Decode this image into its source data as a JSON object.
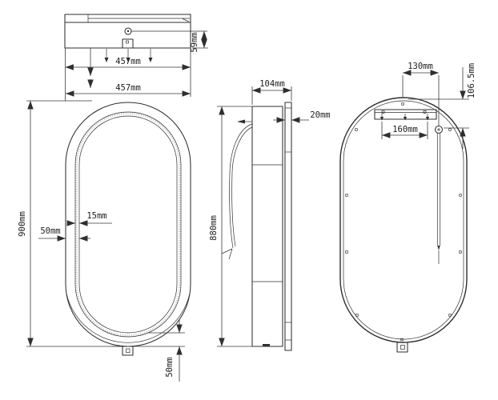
{
  "drawing": {
    "type": "technical-drawing",
    "subject": "oval-led-mirror",
    "background_color": "#ffffff",
    "line_color": "#2f2f2f",
    "stipple_color": "#bdbdbd",
    "views": {
      "top": {
        "title": "top-view",
        "overall_width": "457mm",
        "sensor_offset": "59mm"
      },
      "front": {
        "title": "front-view",
        "overall_width": "457mm",
        "overall_height": "900mm",
        "led_band_width": "15mm",
        "led_edge_offset": "50mm",
        "led_bottom_offset": "50mm"
      },
      "side": {
        "title": "side-view",
        "overall_depth": "104mm",
        "panel_thickness": "20mm",
        "body_height": "880mm"
      },
      "back": {
        "title": "back-view",
        "cable_center_offset": "130mm",
        "cable_top_offset": "106.5mm",
        "bracket_hole_spacing": "160mm"
      }
    }
  }
}
